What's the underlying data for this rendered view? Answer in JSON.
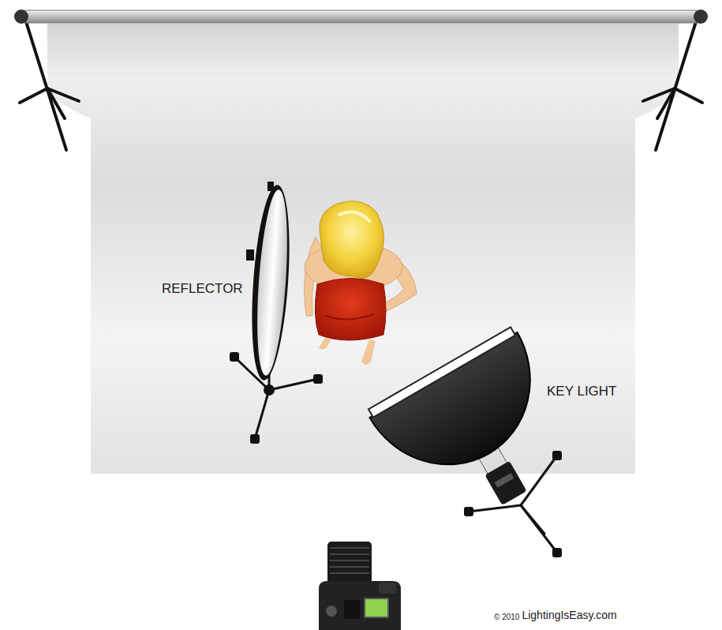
{
  "diagram": {
    "labels": [
      "REFLECTOR",
      "KEY LIGHT",
      "© 2010",
      "LightingIsEasy.com"
    ]
  }
}
